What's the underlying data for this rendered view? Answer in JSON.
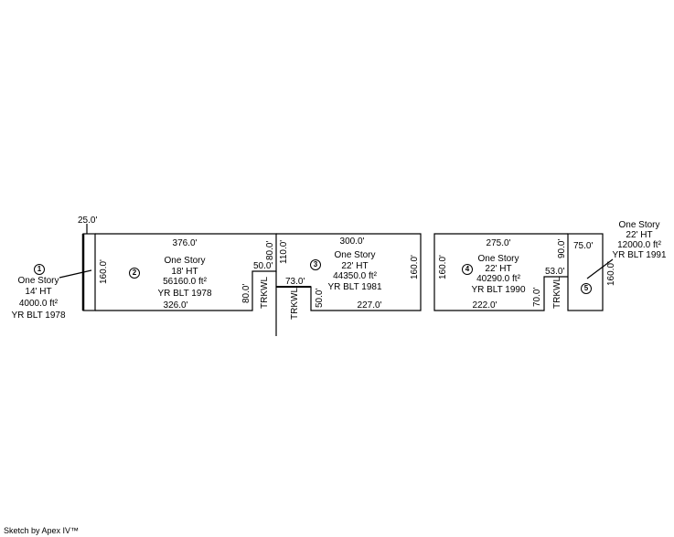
{
  "sketch": {
    "footer": "Sketch by Apex IV™",
    "trkwl_label": "TRKWL",
    "buildings": [
      {
        "id": "1",
        "type": "One Story",
        "height": "14' HT",
        "area": "4000.0 ft²",
        "year": "YR BLT 1978",
        "dims": {
          "top": "25.0'"
        }
      },
      {
        "id": "2",
        "type": "One Story",
        "height": "18' HT",
        "area": "56160.0 ft²",
        "year": "YR BLT 1978",
        "dims": {
          "top": "376.0'",
          "bottom": "326.0'",
          "left": "160.0'",
          "notch_right": "80.0'",
          "notch_top": "50.0'",
          "right_upper": "80.0'"
        }
      },
      {
        "id": "3",
        "type": "One Story",
        "height": "22' HT",
        "area": "44350.0 ft²",
        "year": "YR BLT 1981",
        "dims": {
          "top": "300.0'",
          "bottom": "227.0'",
          "right": "160.0'",
          "left": "110.0'",
          "step_top": "73.0'",
          "step_right": "50.0'"
        }
      },
      {
        "id": "4",
        "type": "One Story",
        "height": "22' HT",
        "area": "40290.0 ft²",
        "year": "YR BLT 1990",
        "dims": {
          "top": "275.0'",
          "bottom": "222.0'",
          "left": "160.0'",
          "right_upper": "90.0'",
          "notch_top": "53.0'",
          "notch_left": "70.0'"
        }
      },
      {
        "id": "5",
        "type": "One Story",
        "height": "22' HT",
        "area": "12000.0 ft²",
        "year": "YR BLT 1991",
        "dims": {
          "top": "75.0'",
          "right": "160.0'"
        }
      }
    ]
  }
}
